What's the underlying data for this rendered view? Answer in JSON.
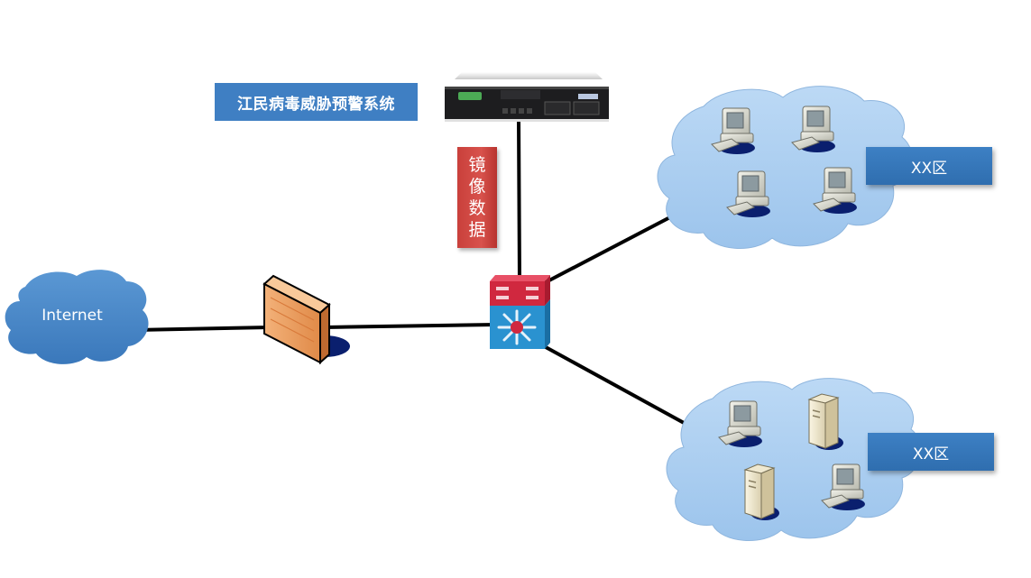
{
  "title": "江民病毒威胁预警系统",
  "mirror_label": [
    "镜",
    "像",
    "数",
    "据"
  ],
  "internet_label": "Internet",
  "zones": [
    {
      "label": "XX区",
      "devices": [
        "pc",
        "pc",
        "pc",
        "pc"
      ]
    },
    {
      "label": "XX区",
      "devices": [
        "pc",
        "server",
        "server",
        "pc"
      ]
    }
  ],
  "colors": {
    "title_bg": "#3f7fc3",
    "mirror_bg": "#cc4540",
    "zone_bg": "#3677bb",
    "cloud_internet": "#4a8acb",
    "cloud_zone": "#a9cdf0",
    "link": "#000000",
    "switch_top": "#d0283f",
    "switch_bottom": "#2a92d0",
    "firewall": "#f0a060"
  },
  "nodes": [
    "Internet",
    "firewall",
    "core-switch",
    "warning-appliance",
    "zone-1",
    "zone-2"
  ]
}
